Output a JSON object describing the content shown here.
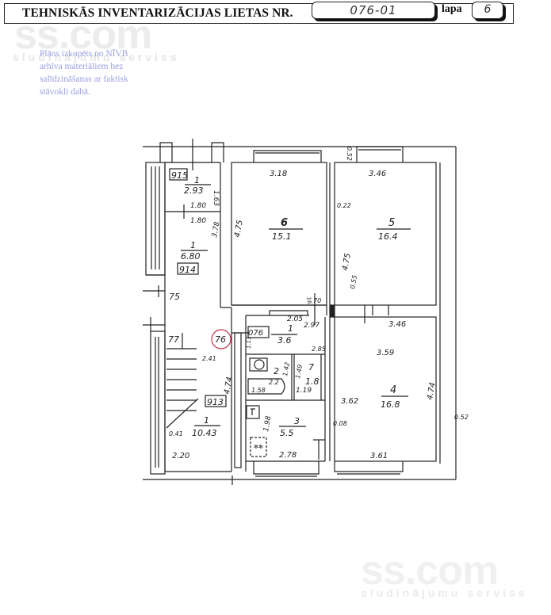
{
  "header": {
    "title": "TEHNISKĀS INVENTARIZĀCIJAS LIETAS NR.",
    "case_number": "076-01",
    "page_label": "lapa",
    "page_number": "6"
  },
  "stamp": {
    "lines": [
      "Plāns izkopēts no NĪVB",
      "arhīva materiāliem bez",
      "salīdzināšanas ar faktisk",
      "stāvokli dabā."
    ],
    "color": "#8a8ee0"
  },
  "watermark": {
    "brand": "ss.com",
    "tagline": "sludinājumu serviss"
  },
  "floor_plan": {
    "rooms": [
      {
        "id": "room-6",
        "number": "6",
        "area": "15.1",
        "dims": [
          "3.18",
          "4.75"
        ]
      },
      {
        "id": "room-5",
        "number": "5",
        "area": "16.4",
        "dims": [
          "3.46",
          "4.75"
        ]
      },
      {
        "id": "room-4",
        "number": "4",
        "area": "16.8",
        "dims": [
          "3.46",
          "3.59",
          "3.62",
          "4.74",
          "3.61"
        ]
      },
      {
        "id": "room-1-hall",
        "number": "1",
        "area": "3.6",
        "dims": [
          "2.05",
          "2.97",
          "2.85",
          "1.13"
        ]
      },
      {
        "id": "room-2-bath",
        "number": "2",
        "area": "2.2",
        "dims": [
          "1.58",
          "1.42"
        ]
      },
      {
        "id": "room-7-wc",
        "number": "7",
        "area": "1.8",
        "dims": [
          "1.19",
          "1.49"
        ]
      },
      {
        "id": "room-3-kitchen",
        "number": "3",
        "area": "5.5",
        "dims": [
          "2.78",
          "1.98"
        ]
      },
      {
        "id": "stair-915",
        "number": "1",
        "area": "2.93",
        "dims": [
          "1.80",
          "1.63"
        ],
        "tag": "915"
      },
      {
        "id": "stair-914",
        "number": "1",
        "area": "6.80",
        "dims": [
          "1.80",
          "3.78"
        ],
        "tag": "914"
      },
      {
        "id": "stair-913",
        "number": "1",
        "area": "10.43",
        "dims": [
          "2.20",
          "4.74",
          "2.41",
          "0.41"
        ],
        "tag": "913"
      }
    ],
    "labels": {
      "apt_tag": "076",
      "circled": "76",
      "landing_75": "75",
      "landing_77": "77",
      "wall_052_top": "0.52",
      "wall_022": "0.22",
      "wall_052_right": "0.52",
      "wall_008": "0.08",
      "door_070": "70",
      "dim_055": "0.55",
      "dim_016": "16"
    },
    "line_color": "#222222",
    "circle_color": "#c0304a"
  }
}
